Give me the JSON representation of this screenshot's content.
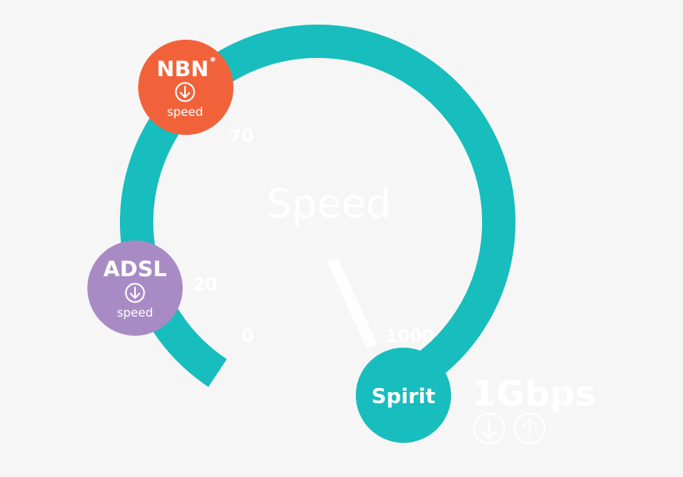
{
  "gauge": {
    "title": "Speed",
    "ticks": [
      "0",
      "20",
      "70",
      "1000"
    ],
    "readout": "1Gbps",
    "ring_color": "#18bdbd",
    "faint_text_color": "#ffffff"
  },
  "bubbles": {
    "nbn": {
      "label": "NBN",
      "mark": "*",
      "sub": "speed",
      "icon": "arrow-down-circle-icon",
      "color": "#f2623a"
    },
    "adsl": {
      "label": "ADSL",
      "sub": "speed",
      "icon": "arrow-down-circle-icon",
      "color": "#a88bc4"
    },
    "spirit": {
      "label": "Spirit",
      "color": "#18bdbd"
    }
  },
  "icons": [
    "arrow-down-circle-icon",
    "arrow-up-circle-icon"
  ]
}
